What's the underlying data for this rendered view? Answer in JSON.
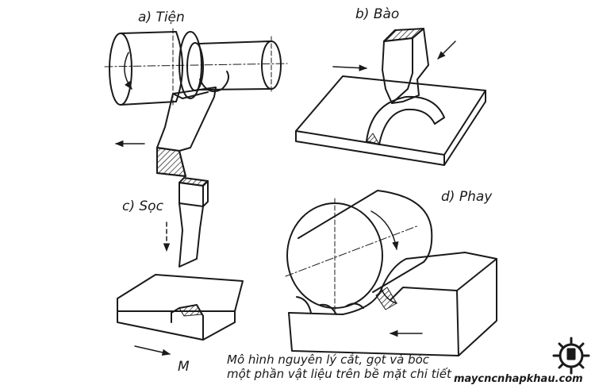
{
  "labels": {
    "a": "a) Tiện",
    "b": "b) Bào",
    "c": "c) Sọc",
    "d": "d) Phay",
    "m": "M"
  },
  "caption": {
    "line1": "Mô hình nguyên lý cắt, gọt và bóc",
    "line2": "một phần vật liệu trên bề mặt chi tiết"
  },
  "watermark": {
    "text": "maycncnhapkhau.com",
    "icon": "gear-cnc-icon"
  },
  "colors": {
    "ink": "#1a1a1a",
    "background": "#ffffff"
  }
}
